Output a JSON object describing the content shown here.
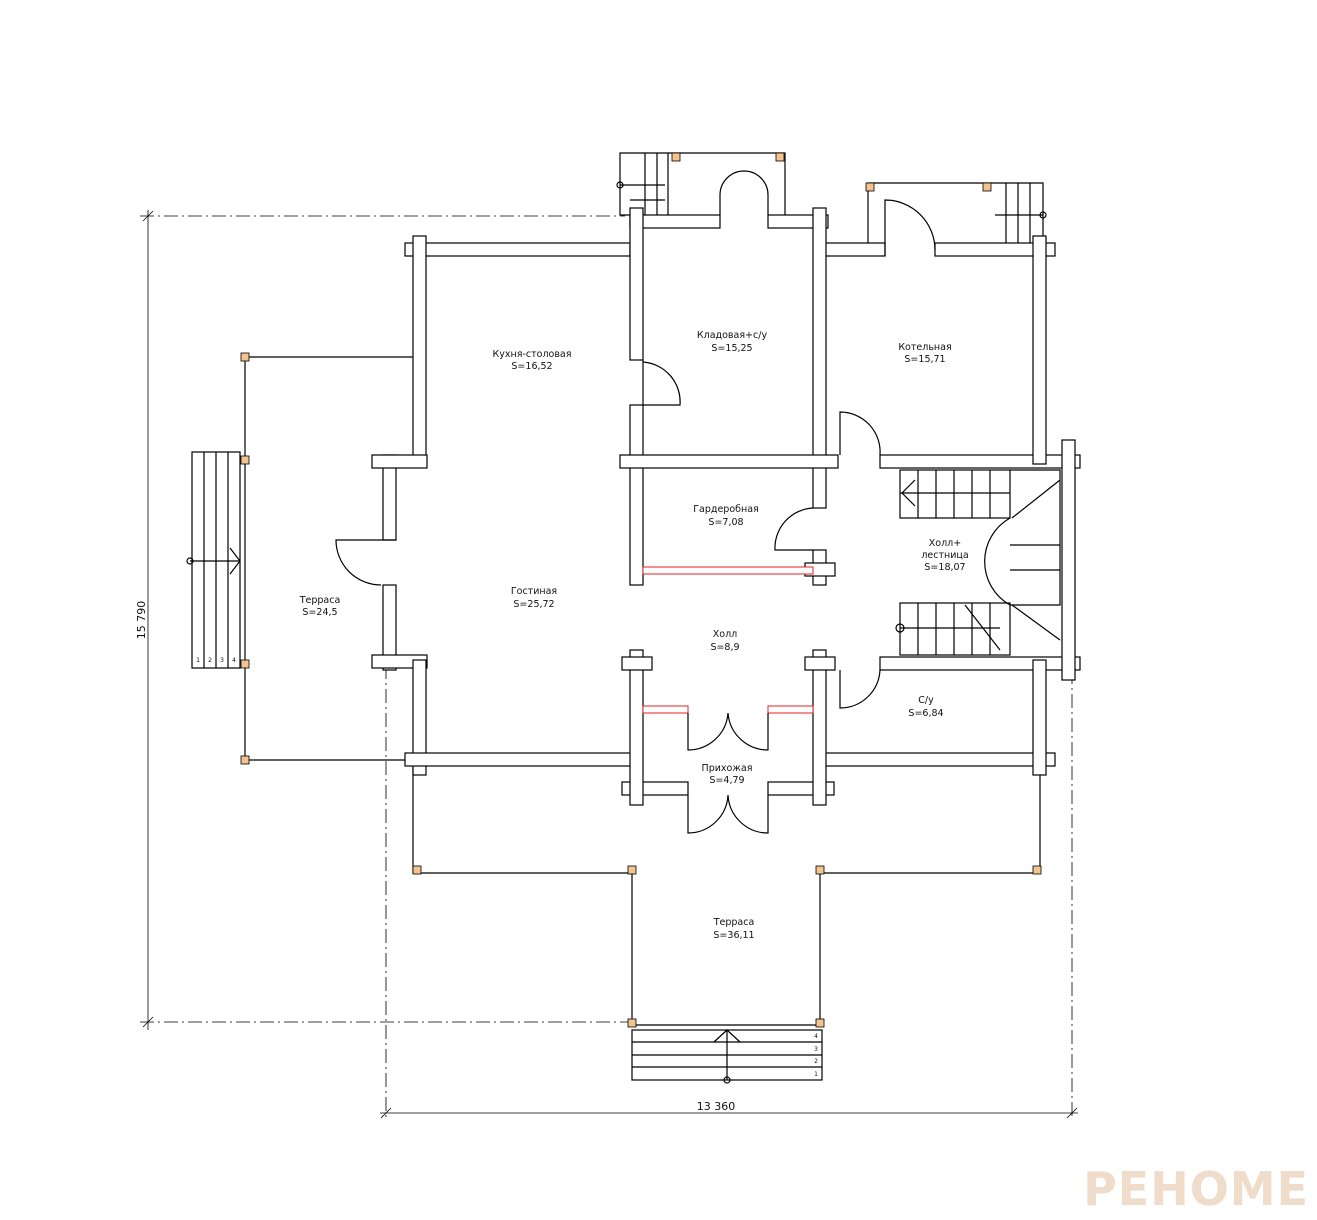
{
  "rooms": [
    {
      "name": "Кухня-столовая",
      "area": "S=16,52"
    },
    {
      "name": "Кладовая+с/у",
      "area": "S=15,25"
    },
    {
      "name": "Котельная",
      "area": "S=15,71"
    },
    {
      "name": "Гардеробная",
      "area": "S=7,08"
    },
    {
      "name": "Холл+",
      "name2": "лестница",
      "area": "S=18,07"
    },
    {
      "name": "Терраса",
      "area": "S=24,5"
    },
    {
      "name": "Гостиная",
      "area": "S=25,72"
    },
    {
      "name": "Холл",
      "area": "S=8,9"
    },
    {
      "name": "С/у",
      "area": "S=6,84"
    },
    {
      "name": "Прихожая",
      "area": "S=4,79"
    },
    {
      "name": "Терраса",
      "area": "S=36,11"
    }
  ],
  "dimensions": {
    "height": "15 790",
    "width": "13 360"
  },
  "steps": [
    "1",
    "2",
    "3",
    "4"
  ],
  "watermark": "PEHOME"
}
